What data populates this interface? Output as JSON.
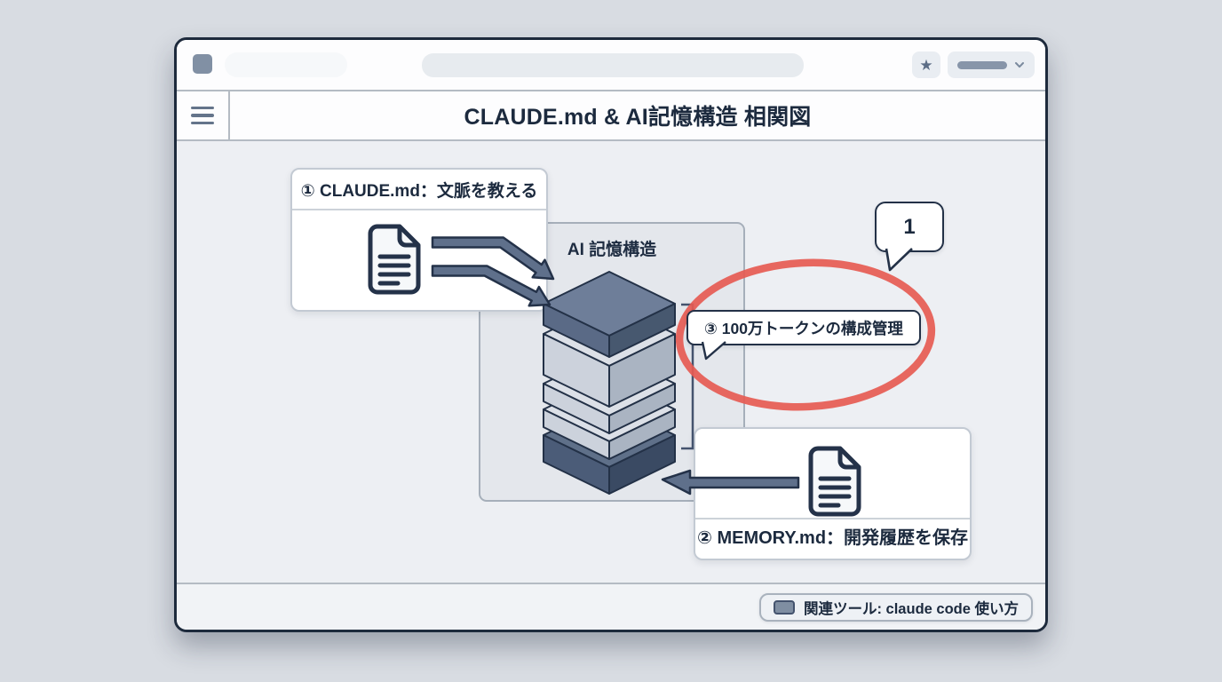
{
  "header": {
    "title": "CLAUDE.md & AI記憶構造 相関図"
  },
  "diagram": {
    "box1_label": "① CLAUDE.md：文脈を教える",
    "center_title": "AI 記憶構造",
    "callout_label": "③ 100万トークンの構成管理",
    "bubble1_label": "1",
    "box2_label": "② MEMORY.md：開発履歴を保存"
  },
  "browser": {
    "star": "★"
  },
  "footer": {
    "related_tool": "関連ツール: claude code 使い方"
  },
  "colors": {
    "accent_red": "#e65b52",
    "navy": "#1d2a3c",
    "slate_arrow": "#5f708b",
    "canvas_bg": "#edeff3"
  }
}
